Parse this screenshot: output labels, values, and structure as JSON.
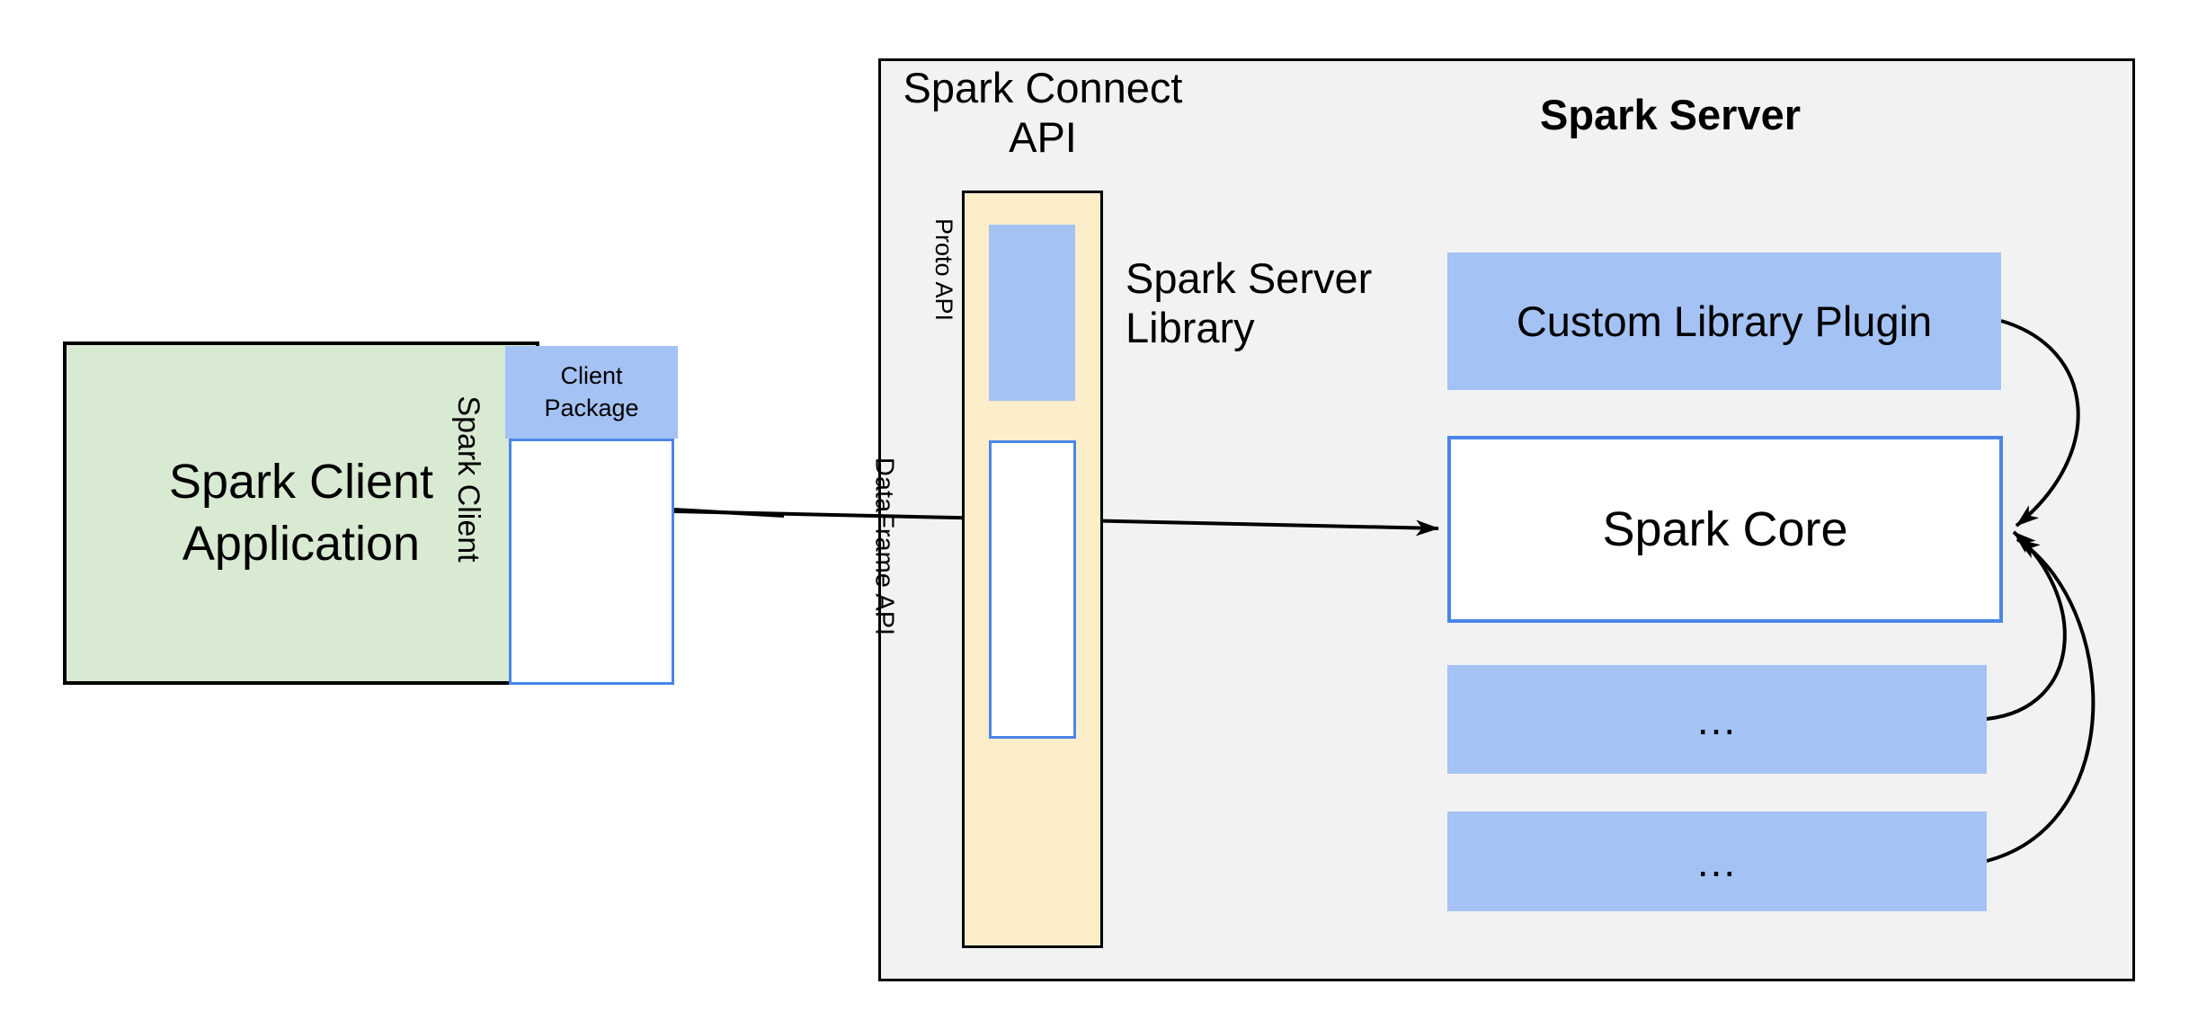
{
  "colors": {
    "green_fill": "#d9ead3",
    "blue_fill": "#a4c2f4",
    "yellow_fill": "#fdeeca",
    "blue_border": "#4a86e8",
    "grey_fill": "#f2f2f2",
    "line_color": "#000000",
    "text_color": "#000000"
  },
  "client": {
    "app_line1": "Spark Client",
    "app_line2": "Application",
    "package_line1": "Client",
    "package_line2": "Package",
    "client_label": "Spark Client"
  },
  "connect": {
    "title_line1": "Spark Connect",
    "title_line2": "API",
    "proto_label": "Proto API",
    "dataframe_label": "DataFrame API",
    "library_line1": "Spark Server",
    "library_line2": "Library"
  },
  "server": {
    "title": "Spark Server",
    "plugin_label": "Custom Library Plugin",
    "core_label": "Spark Core",
    "dots_label": "..."
  }
}
